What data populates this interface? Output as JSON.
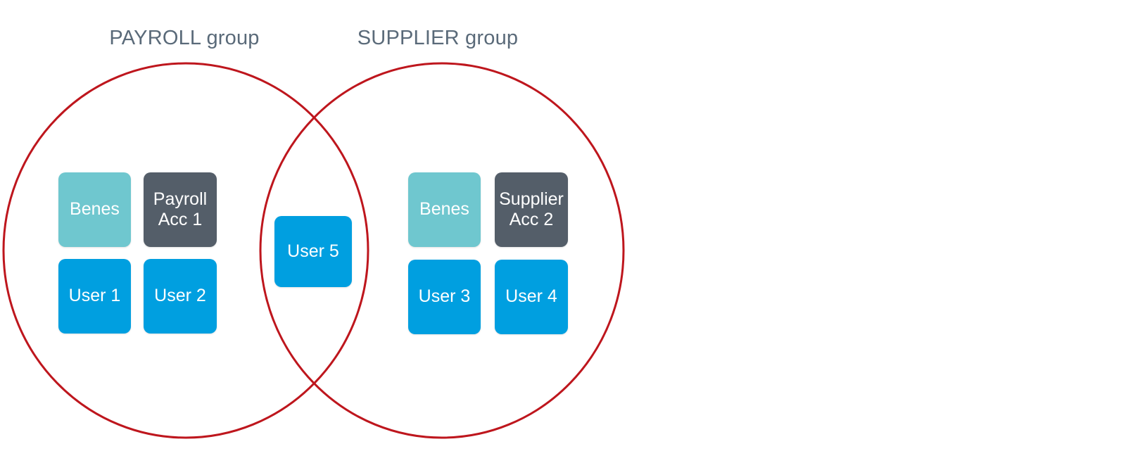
{
  "colors": {
    "teal": "#6FC7CF",
    "dark": "#545E69",
    "blue": "#009FE0",
    "red": "#BE161D",
    "title": "#5A6A79",
    "boxtext": "#FFFFFF"
  },
  "payroll": {
    "title": "PAYROLL group",
    "boxes": {
      "benes": "Benes",
      "account": "Payroll\nAcc 1",
      "user1": "User 1",
      "user2": "User 2"
    }
  },
  "supplier": {
    "title": "SUPPLIER group",
    "boxes": {
      "benes": "Benes",
      "account": "Supplier\nAcc 2",
      "user3": "User 3",
      "user4": "User 4"
    }
  },
  "shared": {
    "user5": "User 5"
  }
}
